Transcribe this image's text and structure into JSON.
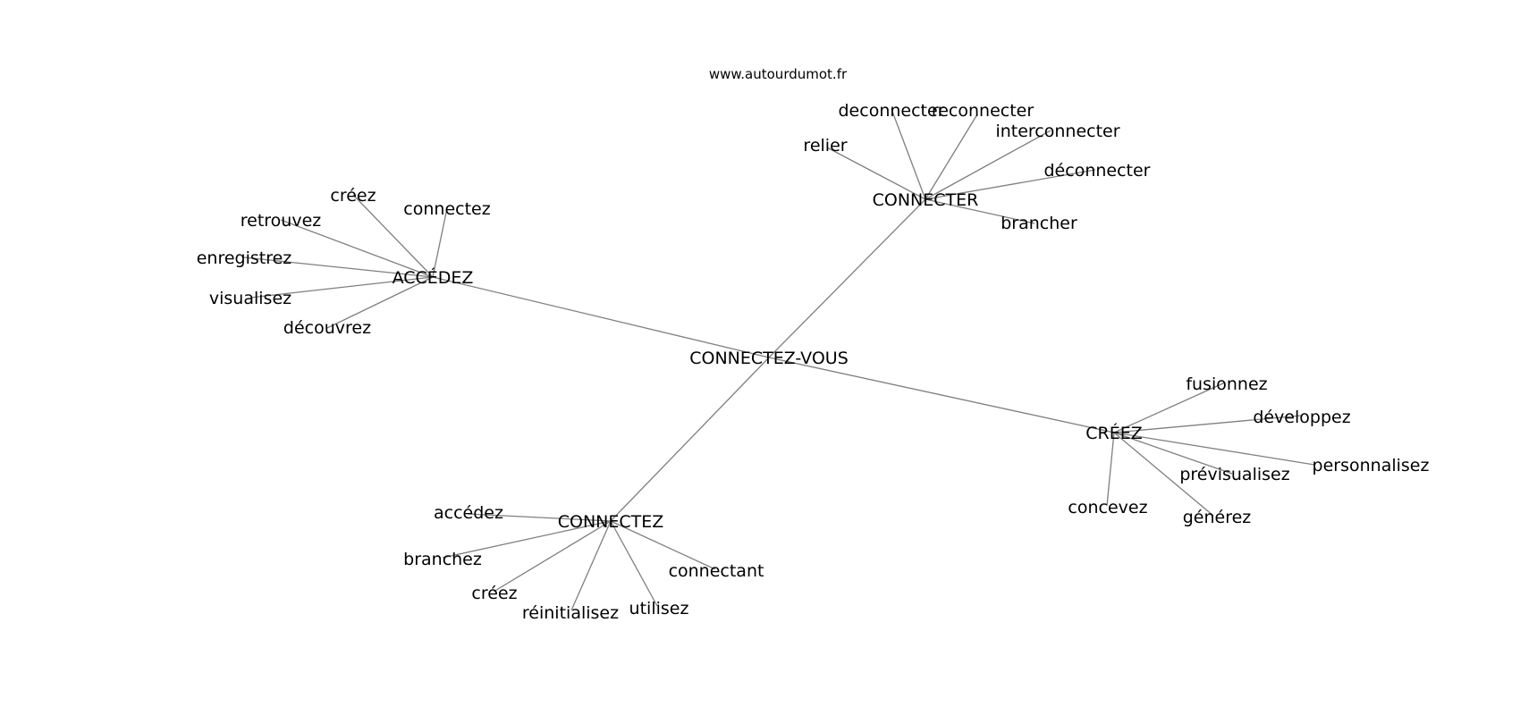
{
  "credit": "www.autourdumot.fr",
  "graph": {
    "center": "CONNECTEZ-VOUS",
    "hubs": [
      "ACCÉDEZ",
      "CONNECTER",
      "CRÉEZ",
      "CONNECTEZ"
    ],
    "edges": [
      [
        "CONNECTEZ-VOUS",
        "ACCÉDEZ"
      ],
      [
        "CONNECTEZ-VOUS",
        "CONNECTER"
      ],
      [
        "CONNECTEZ-VOUS",
        "CRÉEZ"
      ],
      [
        "CONNECTEZ-VOUS",
        "CONNECTEZ"
      ],
      [
        "ACCÉDEZ",
        "créez"
      ],
      [
        "ACCÉDEZ",
        "connectez"
      ],
      [
        "ACCÉDEZ",
        "retrouvez"
      ],
      [
        "ACCÉDEZ",
        "enregistrez"
      ],
      [
        "ACCÉDEZ",
        "visualisez"
      ],
      [
        "ACCÉDEZ",
        "découvrez"
      ],
      [
        "CONNECTER",
        "deconnecter"
      ],
      [
        "CONNECTER",
        "reconnecter"
      ],
      [
        "CONNECTER",
        "interconnecter"
      ],
      [
        "CONNECTER",
        "relier"
      ],
      [
        "CONNECTER",
        "déconnecter"
      ],
      [
        "CONNECTER",
        "brancher"
      ],
      [
        "CRÉEZ",
        "fusionnez"
      ],
      [
        "CRÉEZ",
        "développez"
      ],
      [
        "CRÉEZ",
        "personnalisez"
      ],
      [
        "CRÉEZ",
        "prévisualisez"
      ],
      [
        "CRÉEZ",
        "concevez"
      ],
      [
        "CRÉEZ",
        "générez"
      ],
      [
        "CONNECTEZ",
        "accédez"
      ],
      [
        "CONNECTEZ",
        "branchez"
      ],
      [
        "CONNECTEZ",
        "connectant"
      ],
      [
        "CONNECTEZ",
        "créez"
      ],
      [
        "CONNECTEZ",
        "réinitialisez"
      ],
      [
        "CONNECTEZ",
        "utilisez"
      ]
    ]
  }
}
